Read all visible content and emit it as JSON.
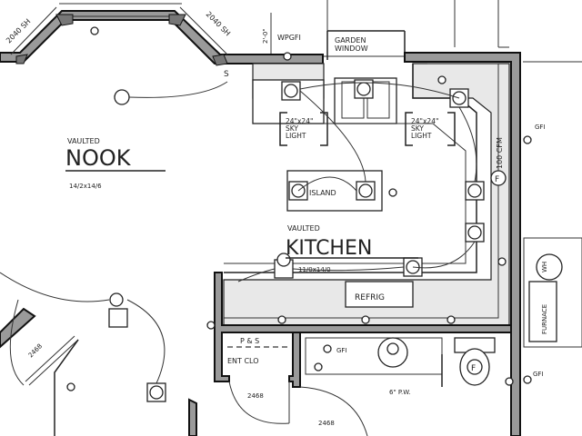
{
  "plan": {
    "window_left": "2040 SH",
    "window_right": "2040 SH",
    "dimension_top": "2'-0\"",
    "wp_gfi": "WPGFI",
    "garden_window": [
      "GARDEN",
      "WINDOW"
    ],
    "skylight_left": [
      "24\"x24\"",
      "SKY",
      "LIGHT"
    ],
    "skylight_right": [
      "24\"x24\"",
      "SKY",
      "LIGHT"
    ],
    "nook": {
      "qualifier": "VAULTED",
      "name": "NOOK",
      "size": "14/2x14/6"
    },
    "kitchen": {
      "qualifier": "VAULTED",
      "name": "KITCHEN",
      "size": "11/0x14/0"
    },
    "island": "ISLAND",
    "fan": "100 CFM",
    "gfi_labels": [
      "GFI",
      "GFI",
      "GFI"
    ],
    "refrig": "REFRIG",
    "ps": "P & S",
    "ent_clo": "ENT CLO",
    "doors": [
      "2468",
      "2468",
      "2468"
    ],
    "pw": "6\" P.W.",
    "wh": "WH",
    "furnace": "FURNACE",
    "switch": "S",
    "fan_symbol": "F",
    "toilet_fan": "F"
  }
}
